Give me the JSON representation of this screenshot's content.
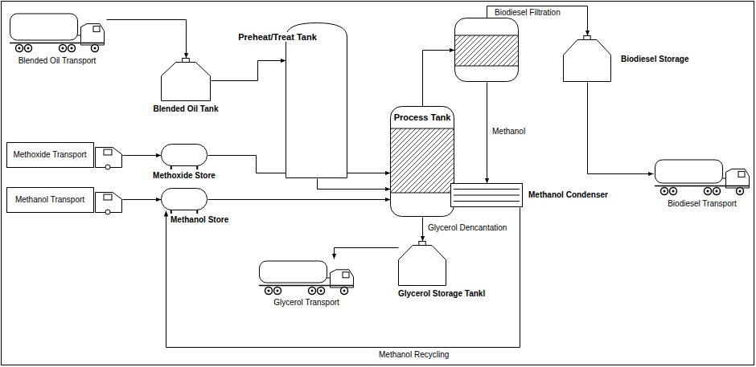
{
  "diagram": {
    "nodes": [
      {
        "text": [
          "Blended Oil Transport"
        ]
      },
      {
        "text": [
          "Blended Oil Tank"
        ]
      },
      {
        "text": [
          "Preheat/Treat Tank"
        ]
      },
      {
        "text": [
          "Methoxide Transport"
        ]
      },
      {
        "text": [
          "Methoxide Store"
        ]
      },
      {
        "text": [
          "Methanol Transport"
        ]
      },
      {
        "text": [
          "Methanol Store"
        ]
      },
      {
        "text": [
          "Process Tank"
        ]
      },
      {
        "text": [
          "Biodiesel Filtration"
        ]
      },
      {
        "text": [
          "Biodiesel Storage"
        ]
      },
      {
        "text": [
          "Biodiesel Transport"
        ]
      },
      {
        "text": [
          "Methanol Condenser"
        ]
      },
      {
        "text": [
          "Glycerol Storage Tankl"
        ]
      },
      {
        "text": [
          "Glycerol Transport"
        ]
      }
    ],
    "edges": [
      {
        "from": 0,
        "to": 1,
        "arrow": "to"
      },
      {
        "from": 1,
        "to": 2,
        "arrow": "to"
      },
      {
        "from": 2,
        "to": 7,
        "arrow": "to"
      },
      {
        "from": 3,
        "to": 4,
        "arrow": "to"
      },
      {
        "from": 4,
        "to": 7,
        "arrow": "to"
      },
      {
        "from": 5,
        "to": 6,
        "arrow": "to"
      },
      {
        "from": 6,
        "to": 7,
        "arrow": "to"
      },
      {
        "from": 7,
        "to": 8,
        "arrow": "to"
      },
      {
        "from": 8,
        "to": 9,
        "arrow": "to"
      },
      {
        "from": 9,
        "to": 10,
        "arrow": "to"
      },
      {
        "from": 8,
        "to": 11,
        "label": "Methanol",
        "arrow": "to"
      },
      {
        "from": 7,
        "to": 12,
        "label": "Glycerol Dencantation",
        "arrow": "to"
      },
      {
        "from": 12,
        "to": 13,
        "arrow": "to"
      },
      {
        "from": 11,
        "to": 6,
        "label": "Methanol Recycling",
        "arrow": "to"
      }
    ]
  }
}
